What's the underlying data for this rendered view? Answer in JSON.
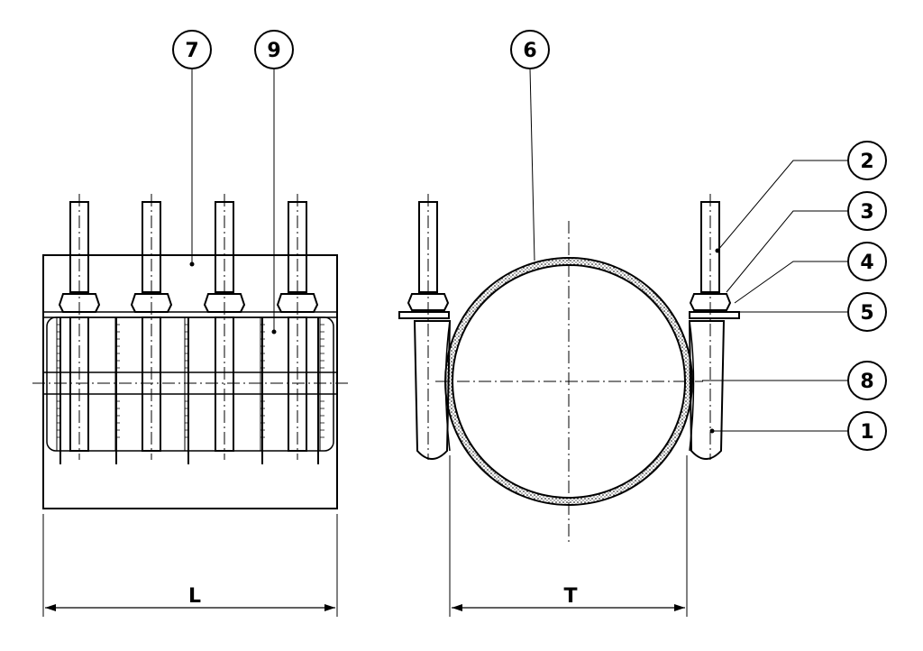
{
  "balloons": {
    "b7": "7",
    "b9": "9",
    "b6": "6",
    "b2": "2",
    "b3": "3",
    "b4": "4",
    "b5": "5",
    "b8": "8",
    "b1": "1"
  },
  "dimensions": {
    "length_label": "L",
    "width_label": "T"
  }
}
